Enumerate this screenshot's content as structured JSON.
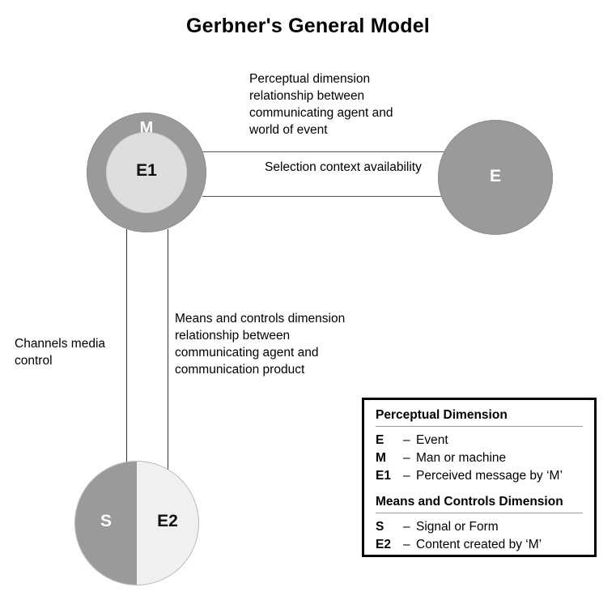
{
  "title": "Gerbner's General Model",
  "nodes": {
    "m": {
      "label": "M",
      "name": "man-or-machine-node"
    },
    "e1": {
      "label": "E1",
      "name": "perceived-message-node"
    },
    "e": {
      "label": "E",
      "name": "event-node"
    },
    "s": {
      "label": "S",
      "name": "signal-node"
    },
    "e2": {
      "label": "E2",
      "name": "content-node"
    }
  },
  "annotations": {
    "perceptual": "Perceptual dimension relationship between communicating agent and world of event",
    "selection": "Selection context availability",
    "channels": "Channels media control",
    "means": "Means and controls dimension relationship between communicating agent and communication product"
  },
  "legend": {
    "section1_title": "Perceptual Dimension",
    "section1_rows": [
      {
        "key": "E",
        "dash": "–",
        "desc": "Event"
      },
      {
        "key": "M",
        "dash": "–",
        "desc": "Man or machine"
      },
      {
        "key": "E1",
        "dash": "–",
        "desc": "Perceived message by ‘M’"
      }
    ],
    "section2_title": "Means and Controls Dimension",
    "section2_rows": [
      {
        "key": "S",
        "dash": "–",
        "desc": "Signal or Form"
      },
      {
        "key": "E2",
        "dash": "–",
        "desc": "Content created by ‘M’"
      }
    ]
  },
  "colors": {
    "node_gray": "#9a9a9a",
    "inner_light": "#dedede",
    "split_light": "#f0f0f0",
    "text": "#000000"
  }
}
